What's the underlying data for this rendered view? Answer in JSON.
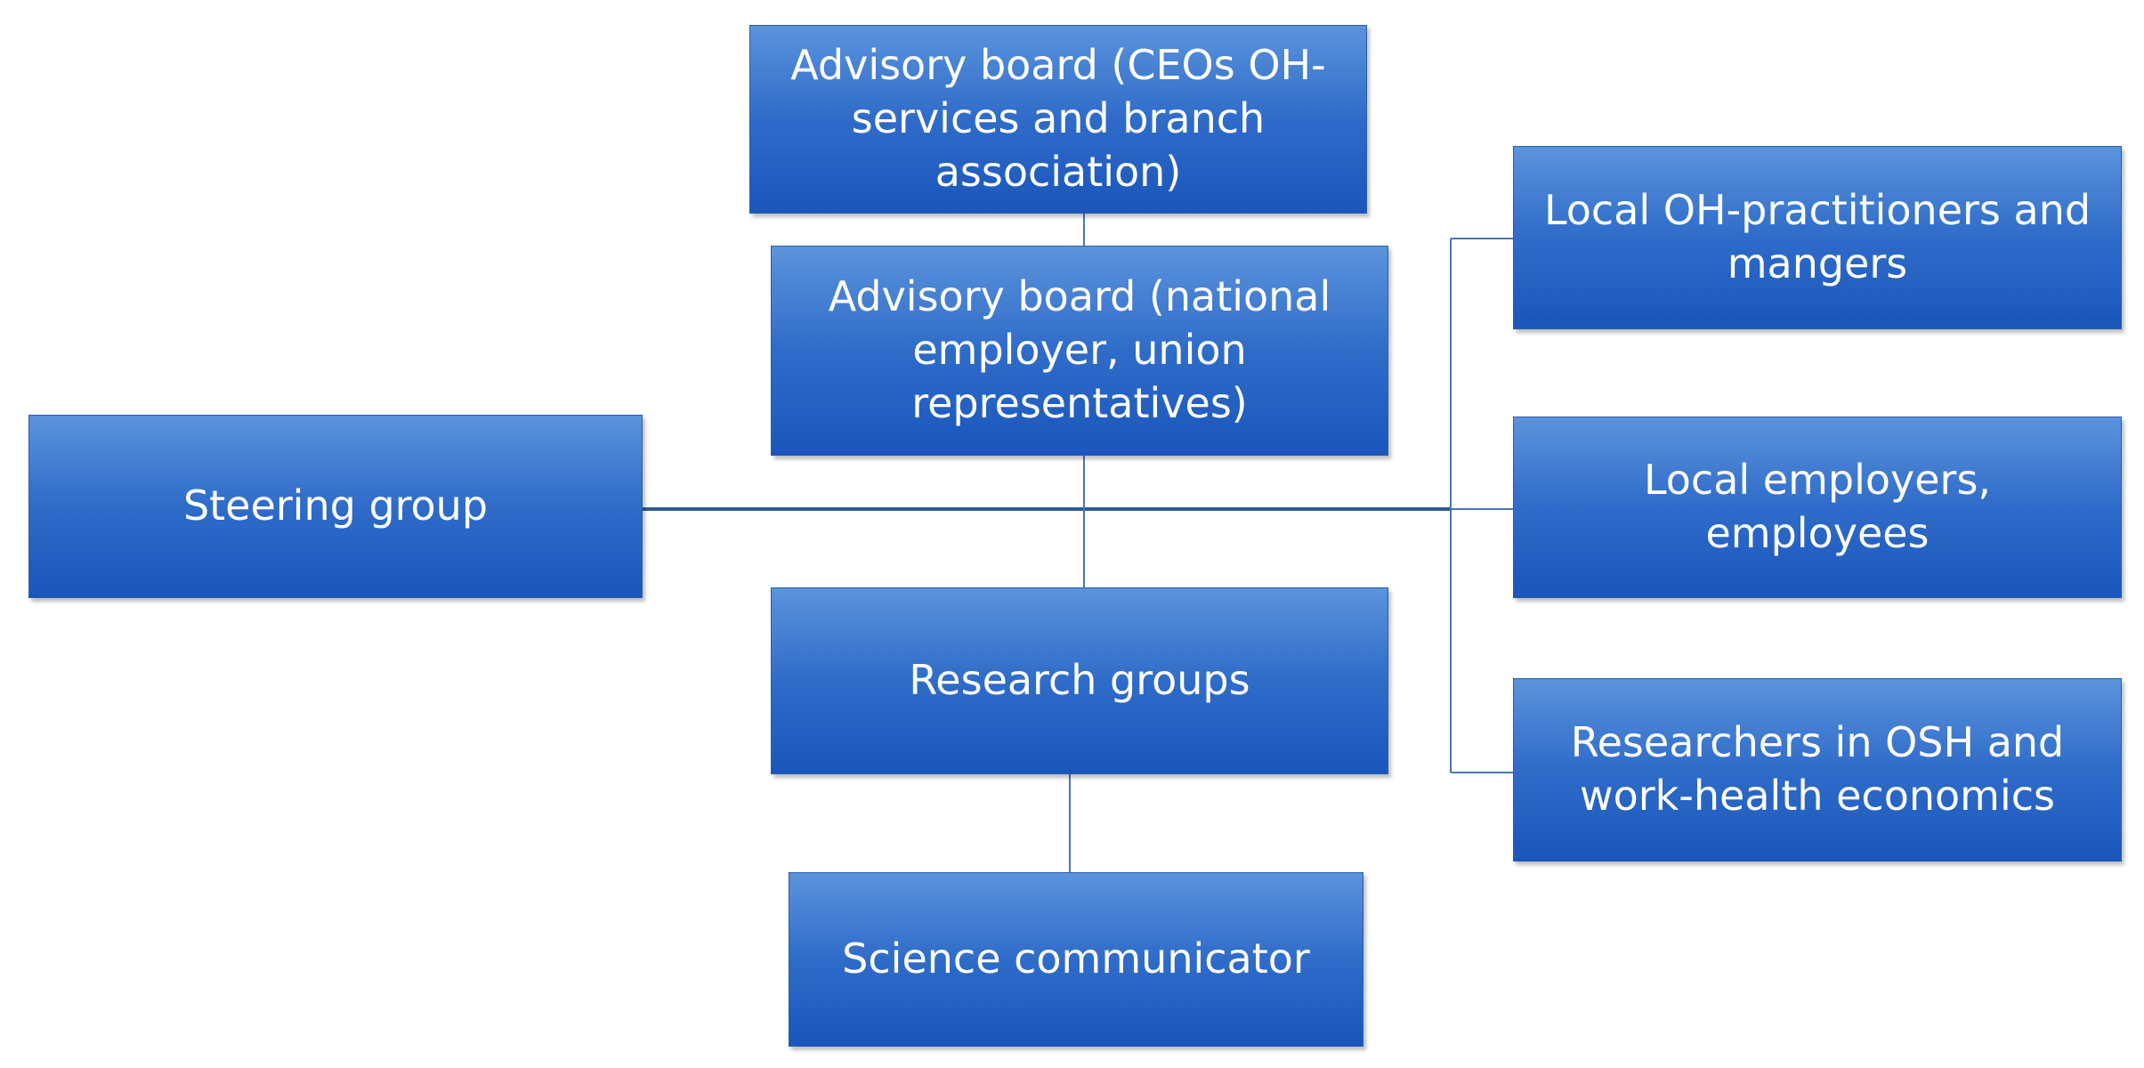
{
  "diagram": {
    "nodes": {
      "advisory_ceo": "Advisory board (CEOs OH-services and branch association)",
      "advisory_national": "Advisory board (national employer, union representatives)",
      "steering": "Steering group",
      "research": "Research groups",
      "science": "Science communicator",
      "local_oh": "Local OH-practitioners and mangers",
      "local_employers": "Local employers, employees",
      "researchers_osh": "Researchers in OSH and work-health economics"
    },
    "colors": {
      "box_top": "#5b93dc",
      "box_bottom": "#1a56bb",
      "connector": "#3f6fae",
      "text": "#ffffff"
    }
  }
}
